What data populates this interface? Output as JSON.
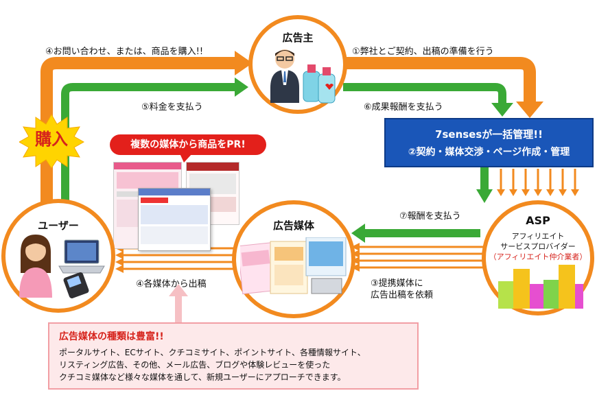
{
  "labels": {
    "step4_inquiry": "④お問い合わせ、または、商品を購入!!",
    "step1_contract": "①弊社とご契約、出稿の準備を行う",
    "step5_fee": "⑤料金を支払う",
    "step6_reward": "⑥成果報酬を支払う",
    "step7_reward": "⑦報酬を支払う",
    "step4_publish": "④各媒体から出稿",
    "step3_line1": "③提携媒体に",
    "step3_line2": "広告出稿を依頼"
  },
  "nodes": {
    "advertiser": "広告主",
    "user": "ユーザー",
    "media": "広告媒体",
    "asp_title": "ASP",
    "asp_sub1": "アフィリエイト",
    "asp_sub2": "サービスプロバイダー",
    "asp_sub3": "（アフィリエイト仲介業者）"
  },
  "burst": "購入",
  "pr_bubble": "複数の媒体から商品をPR!",
  "center_box": {
    "line1": "7sensesが一括管理!!",
    "line2": "②契約・媒体交渉・ページ作成・管理"
  },
  "info": {
    "title": "広告媒体の種類は豊富!!",
    "line1": "ポータルサイト、ECサイト、クチコミサイト、ポイントサイト、各種情報サイト、",
    "line2": "リスティング広告、その他、メール広告、ブログや体験レビューを使った",
    "line3": "クチコミ媒体など様々な媒体を通して、新規ユーザーにアプローチできます。"
  },
  "colors": {
    "orange": "#f28a1f",
    "green": "#3aa936",
    "blue": "#1a56b8",
    "red": "#e3201b",
    "pink": "#fde9ea"
  }
}
